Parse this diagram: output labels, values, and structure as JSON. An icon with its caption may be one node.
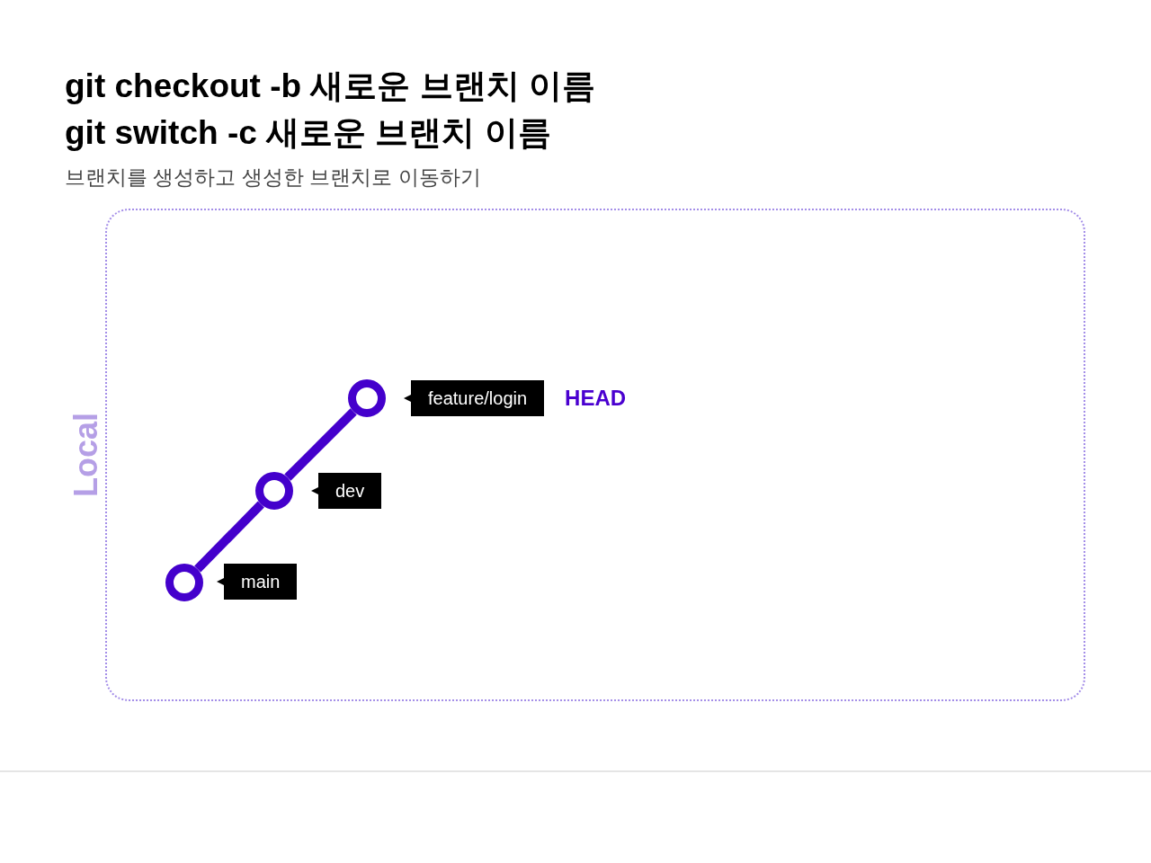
{
  "diagram": {
    "title": "git checkout -b 새로운 브랜치 이름",
    "nodes": [
      {
        "text": [
          "Local"
        ]
      },
      {
        "text": [],
        "shape": "circle",
        "in": 0
      },
      {
        "text": [
          "feature/login"
        ],
        "in": 0,
        "beside": [
          "HEAD"
        ]
      },
      {
        "text": [],
        "shape": "circle",
        "in": 0
      },
      {
        "text": [
          "dev"
        ],
        "in": 0
      },
      {
        "text": [],
        "shape": "circle",
        "in": 0
      },
      {
        "text": [
          "main"
        ],
        "in": 0
      }
    ],
    "edges": [
      {
        "from": 5,
        "to": 3,
        "arrow": "none"
      },
      {
        "from": 3,
        "to": 1,
        "arrow": "none"
      }
    ],
    "labels": [
      "git switch -c 새로운 브랜치 이름",
      "브랜치를 생성하고 생성한 브랜치로 이동하기"
    ]
  }
}
